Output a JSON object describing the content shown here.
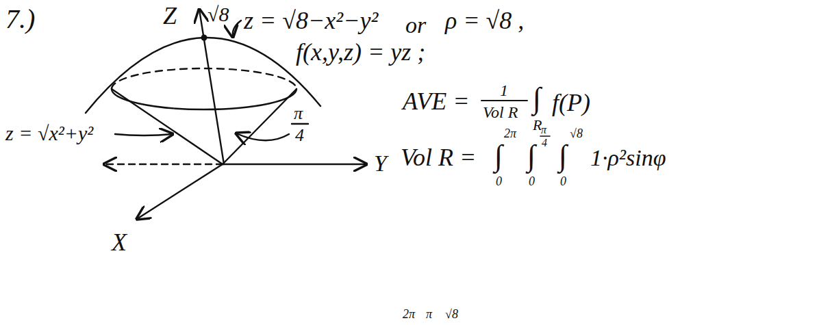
{
  "diagram": {
    "labels": [
      "7.)",
      "Z",
      "√8",
      "z = √8−x²−y²",
      "or",
      "ρ = √8 ,",
      "f(x,y,z) = yz ;",
      "z = √x²+y²",
      "π",
      "4",
      "Y",
      "X",
      "AVE =",
      "1",
      "Vol R",
      "∫",
      "R",
      "f(P)",
      "Vol R =",
      "∫",
      "2π",
      "0",
      "∫",
      "π",
      "4",
      "0",
      "∫",
      "√8",
      "0",
      "1·ρ²sinφ",
      "2π",
      "π",
      "√8"
    ]
  }
}
